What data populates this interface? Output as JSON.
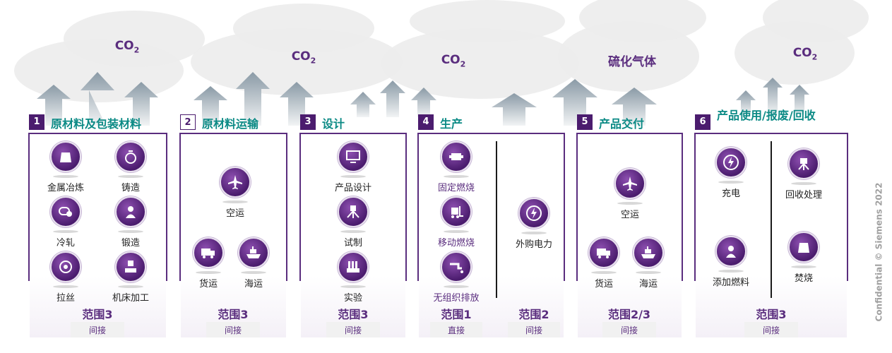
{
  "emissions": [
    {
      "main": "CO",
      "sub": "2"
    },
    {
      "main": "CO",
      "sub": "2"
    },
    {
      "main": "CO",
      "sub": "2"
    },
    {
      "main": "硫化气体",
      "sub": ""
    },
    {
      "main": "CO",
      "sub": "2"
    }
  ],
  "stages": [
    {
      "number": "1",
      "title": "原材料及包装材料",
      "items": [
        {
          "label": "金属冶炼",
          "icon": "smelting-icon"
        },
        {
          "label": "铸造",
          "icon": "casting-icon"
        },
        {
          "label": "冷轧",
          "icon": "cold-rolling-icon"
        },
        {
          "label": "锻造",
          "icon": "forging-icon"
        },
        {
          "label": "拉丝",
          "icon": "wire-drawing-icon"
        },
        {
          "label": "机床加工",
          "icon": "machining-icon"
        }
      ],
      "scope": "范围3",
      "scope_type": "间接"
    },
    {
      "number": "2",
      "title": "原材料运输",
      "items": [
        {
          "label": "空运",
          "icon": "airplane-icon"
        },
        {
          "label": "货运",
          "icon": "truck-icon"
        },
        {
          "label": "海运",
          "icon": "ship-icon"
        }
      ],
      "scope": "范围3",
      "scope_type": "间接"
    },
    {
      "number": "3",
      "title": "设计",
      "items": [
        {
          "label": "产品设计",
          "icon": "design-icon"
        },
        {
          "label": "试制",
          "icon": "prototype-icon"
        },
        {
          "label": "实验",
          "icon": "experiment-icon"
        }
      ],
      "scope": "范围3",
      "scope_type": "间接"
    },
    {
      "number": "4",
      "title": "生产",
      "items": [
        {
          "label": "固定燃烧",
          "icon": "engine-icon"
        },
        {
          "label": "移动燃烧",
          "icon": "forklift-icon"
        },
        {
          "label": "无组织排放",
          "icon": "leak-icon"
        },
        {
          "label": "外购电力",
          "icon": "electricity-icon"
        }
      ],
      "scope": "范围1",
      "scope_type": "直接",
      "scope2": "范围2",
      "scope2_type": "间接"
    },
    {
      "number": "5",
      "title": "产品交付",
      "items": [
        {
          "label": "空运",
          "icon": "airplane-icon"
        },
        {
          "label": "货运",
          "icon": "truck-icon"
        },
        {
          "label": "海运",
          "icon": "ship-icon"
        }
      ],
      "scope": "范围2/3",
      "scope_type": "间接"
    },
    {
      "number": "6",
      "title": "产品使用/报废/回收",
      "items": [
        {
          "label": "充电",
          "icon": "charging-icon"
        },
        {
          "label": "回收处理",
          "icon": "recycling-icon"
        },
        {
          "label": "添加燃料",
          "icon": "refuel-icon"
        },
        {
          "label": "焚烧",
          "icon": "incineration-icon"
        }
      ],
      "scope": "范围3",
      "scope_type": "间接"
    }
  ],
  "footer": {
    "confidential": "Confidential © Siemens 2022"
  }
}
